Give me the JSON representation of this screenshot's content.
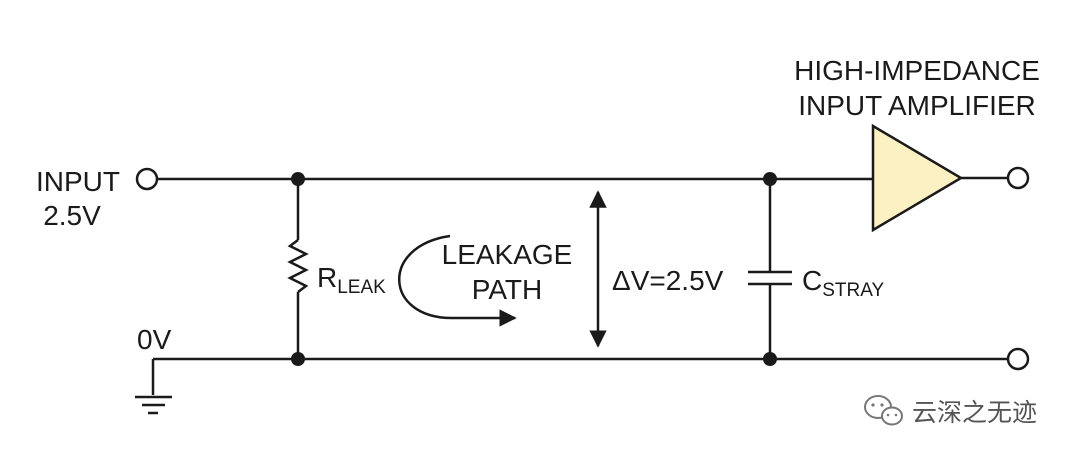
{
  "diagram": {
    "amp_title_line1": "HIGH-IMPEDANCE",
    "amp_title_line2": "INPUT AMPLIFIER",
    "input_label_line1": "INPUT",
    "input_label_line2": "2.5V",
    "ground_label": "0V",
    "resistor_label": "R",
    "resistor_subscript": "LEAK",
    "leakage_line1": "LEAKAGE",
    "leakage_line2": "PATH",
    "delta_v_label": "ΔV=2.5V",
    "capacitor_label": "C",
    "capacitor_subscript": "STRAY"
  },
  "watermark": {
    "text": "云深之无迹",
    "icon": "wechat-icon"
  },
  "colors": {
    "wire": "#1a1a1a",
    "amplifier_fill": "#fbf1c3",
    "background": "#ffffff"
  }
}
